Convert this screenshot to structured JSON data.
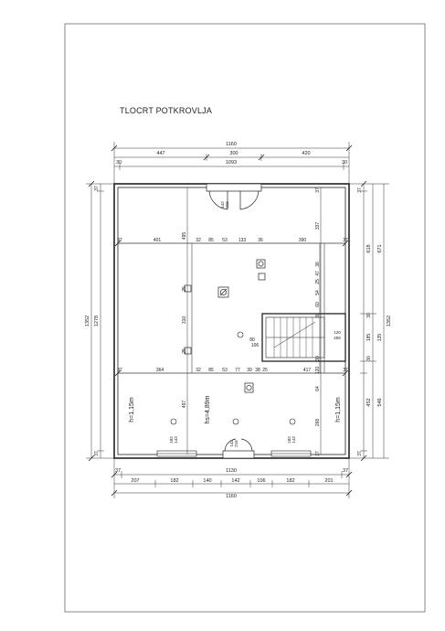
{
  "drawing": {
    "title": "TLOCRT POTKROVLJA",
    "dims_top": {
      "overall": "1160",
      "segments": [
        "447",
        "300",
        "420"
      ],
      "inner_left": "30",
      "inner_mid": "1093",
      "inner_right": "30"
    },
    "dims_bottom": {
      "inner_left": "37",
      "inner_mid": "1130",
      "inner_right": "37",
      "segments": [
        "207",
        "182",
        "140",
        "142",
        "106",
        "182",
        "201"
      ],
      "overall": "1160"
    },
    "dims_left": {
      "overall": "1352",
      "inner": "1278",
      "top": "37",
      "bottom": "37"
    },
    "dims_right": {
      "top_wall": "37",
      "upper": "618",
      "upper_total": "671",
      "mid_wall_a": "30",
      "mid": "185",
      "mid_total": "135",
      "mid_wall_b": "30",
      "lower": "452",
      "lower_total": "546",
      "bottom_wall": "37",
      "overall": "1352"
    },
    "row_upper": [
      "37",
      "401",
      "32",
      "85",
      "53",
      "133",
      "36",
      "390",
      "37"
    ],
    "row_lower": [
      "37",
      "364",
      "32",
      "85",
      "53",
      "77",
      "39",
      "38",
      "25",
      "417",
      "37"
    ],
    "verticals": {
      "v495": "495",
      "v310": "310",
      "v497": "497",
      "v25a": "25",
      "v25b": "25",
      "v337": "337",
      "v47": "47",
      "v36": "36",
      "v25c": "25",
      "v54": "54",
      "v60": "60",
      "v30": "30",
      "v30b": "30",
      "v120": "120",
      "v64": "64",
      "v268": "268",
      "v37c": "37",
      "v37d": "37"
    },
    "stair": {
      "w": "80",
      "h": "106",
      "label_a": "120",
      "label_b": "259"
    },
    "door_top": {
      "a": "142",
      "b": "216"
    },
    "door_bottom": {
      "a": "142",
      "b": "216"
    },
    "windows": {
      "left": {
        "a": "182",
        "b": "143"
      },
      "right": {
        "a": "182",
        "b": "143"
      }
    },
    "heights": {
      "left": "h=1,15m",
      "center": "hs=4,89m",
      "right": "h=1,15m"
    }
  }
}
